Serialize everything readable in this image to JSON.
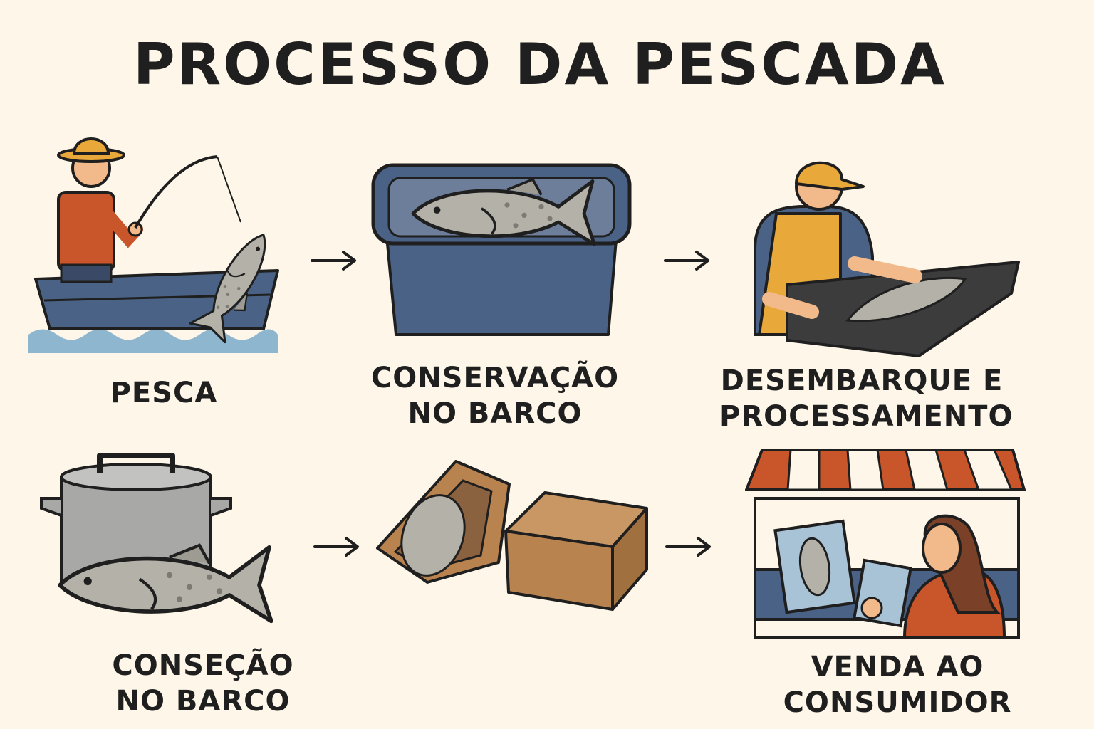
{
  "title": "PROCESSO DA PESCADA",
  "steps": [
    {
      "lines": [
        "PESCA"
      ],
      "icon": "fisherman-boat-icon"
    },
    {
      "lines": [
        "CONSERVAÇÃO",
        "NO BARCO"
      ],
      "icon": "fish-container-icon"
    },
    {
      "lines": [
        "DESEMBARQUE E",
        "PROCESSAMENTO"
      ],
      "icon": "worker-filleting-icon"
    },
    {
      "lines": [
        "CONSEÇÃO",
        "NO BARCO"
      ],
      "icon": "pot-and-fish-icon"
    },
    {
      "lines": [],
      "icon": "packaging-icon"
    },
    {
      "lines": [
        "VENDA AO",
        "CONSUMIDOR"
      ],
      "icon": "market-stall-icon"
    }
  ],
  "colors": {
    "background": "#fdf6e9",
    "outline": "#1f1f1f",
    "boat_blue": "#4a6285",
    "orange": "#c9552b",
    "yellow": "#e8a83a",
    "fish_grey": "#b4b2a8",
    "cardboard": "#b9834f"
  }
}
